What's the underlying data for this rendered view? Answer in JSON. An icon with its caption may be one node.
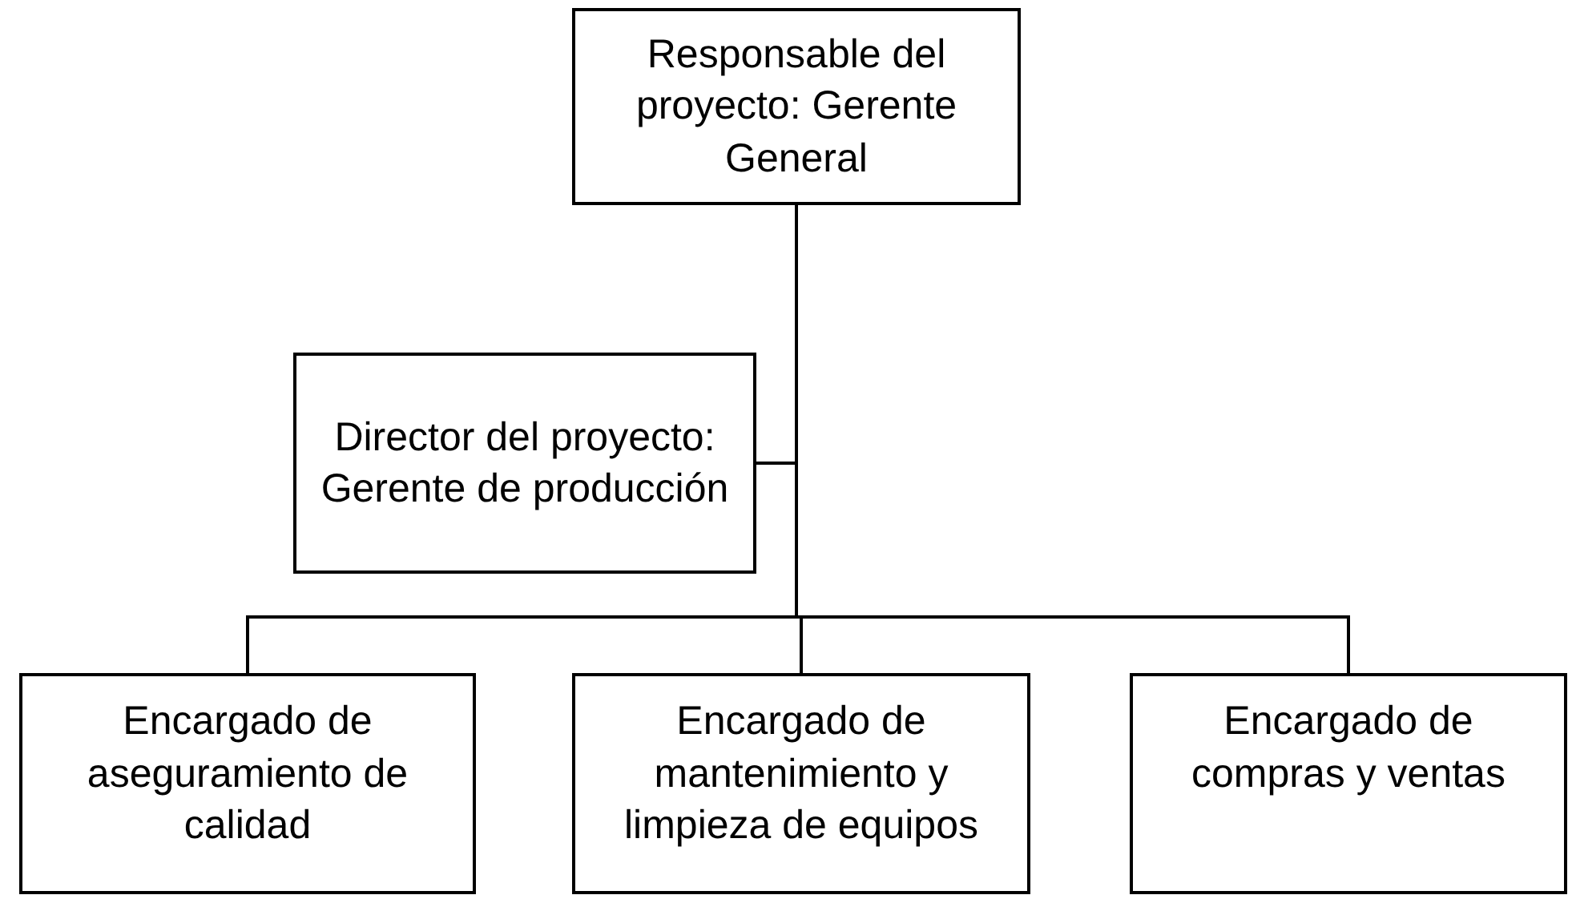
{
  "diagram": {
    "nodes": [
      {
        "text": [
          "Responsable del proyecto: Gerente General"
        ]
      },
      {
        "text": [
          "Director del proyecto: Gerente de producción"
        ]
      },
      {
        "text": [
          "Encargado de aseguramiento de calidad"
        ]
      },
      {
        "text": [
          "Encargado de mantenimiento y limpieza de equipos"
        ]
      },
      {
        "text": [
          "Encargado de compras y ventas"
        ]
      }
    ],
    "edges": [
      {
        "from": 0,
        "to": 1,
        "arrow": "none"
      },
      {
        "from": 0,
        "to": 2,
        "arrow": "none"
      },
      {
        "from": 0,
        "to": 3,
        "arrow": "none"
      },
      {
        "from": 0,
        "to": 4,
        "arrow": "none"
      }
    ]
  }
}
